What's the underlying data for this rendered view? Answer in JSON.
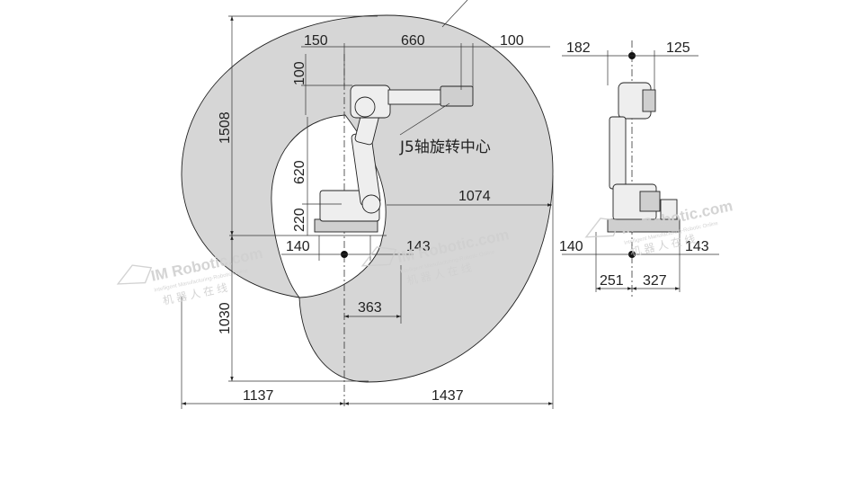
{
  "side_view": {
    "dimensions": {
      "d150": "150",
      "d660": "660",
      "d100_top": "100",
      "d100_left": "100",
      "d1508": "1508",
      "d620": "620",
      "d220": "220",
      "d140": "140",
      "d143": "143",
      "d1074": "1074",
      "d363": "363",
      "d1030": "1030",
      "d1137": "1137",
      "d1437": "1437"
    },
    "annotation": "J5轴旋转中心"
  },
  "front_view": {
    "dimensions": {
      "d182": "182",
      "d125": "125",
      "d140": "140",
      "d143": "143",
      "d251": "251",
      "d327": "327"
    }
  },
  "watermark": {
    "brand": "IM Robotic.com",
    "tagline": "Intelligent Manufacturing-Robotic Online",
    "chinese": "机 器 人 在 线",
    "registered": "®"
  },
  "colors": {
    "envelope_fill": "#d6d6d6",
    "line": "#222222",
    "watermark": "#d0d0d0"
  }
}
